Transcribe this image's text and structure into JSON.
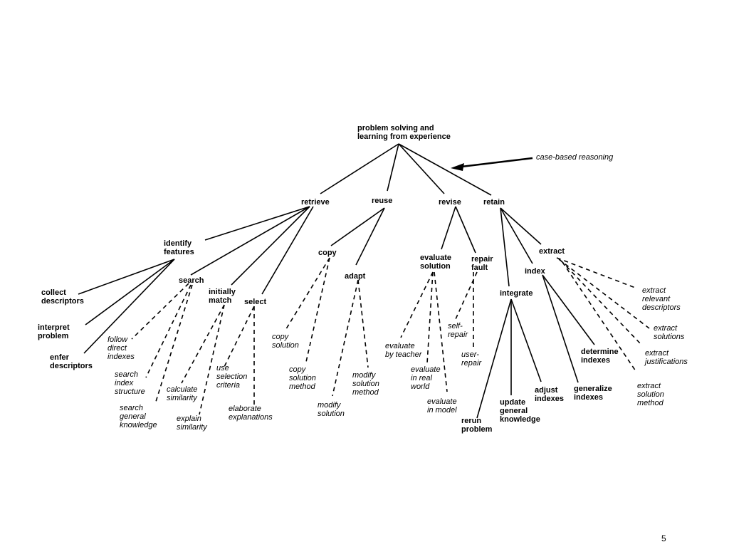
{
  "diagram": {
    "root": "problem solving and\nlearning from experience",
    "annotation": "case-based reasoning",
    "tasks": {
      "retrieve": "retrieve",
      "reuse": "reuse",
      "revise": "revise",
      "retain": "retain",
      "identify_features": "identify\nfeatures",
      "collect_descriptors": "collect\ndescriptors",
      "interpret_problem": "interpret\nproblem",
      "infer_descriptors": "enfer\ndescriptors",
      "search": "search",
      "initially_match": "initially\nmatch",
      "select": "select",
      "copy": "copy",
      "adapt": "adapt",
      "evaluate_solution": "evaluate\nsolution",
      "repair_fault": "repair\nfault",
      "extract": "extract",
      "index": "index",
      "integrate": "integrate",
      "determine_indexes": "determine\nindexes",
      "generalize_indexes": "generalize\nindexes",
      "adjust_indexes": "adjust\nindexes",
      "update_general_knowledge": "update\ngeneral\nknowledge",
      "rerun_problem": "rerun\nproblem"
    },
    "methods": {
      "follow_direct_indexes": "follow\ndirect\nindexes",
      "search_index_structure": "search\nindex\nstructure",
      "search_general_knowledge": "search\ngeneral\nknowledge",
      "calculate_similarity": "calculate\nsimilarity",
      "explain_similarity": "explain\nsimilarity",
      "use_selection_criteria": "use\nselection\ncriteria",
      "elaborate_explanations": "elaborate\nexplanations",
      "copy_solution": "copy\nsolution",
      "copy_solution_method": "copy\nsolution\nmethod",
      "modify_solution": "modify\nsolution",
      "modify_solution_method": "modify\nsolution\nmethod",
      "evaluate_by_teacher": "evaluate\nby teacher",
      "evaluate_in_real_world": "evaluate\nin real\nworld",
      "evaluate_in_model": "evaluate\nin model",
      "self_repair": "self-\nrepair",
      "user_repair": "user-\nrepair",
      "extract_relevant_descriptors": "extract\nrelevant\ndescriptors",
      "extract_solutions": "extract\nsolutions",
      "extract_justifications": "extract\njustifications",
      "extract_solution_method": "extract\nsolution\nmethod"
    }
  },
  "page_number": "5"
}
